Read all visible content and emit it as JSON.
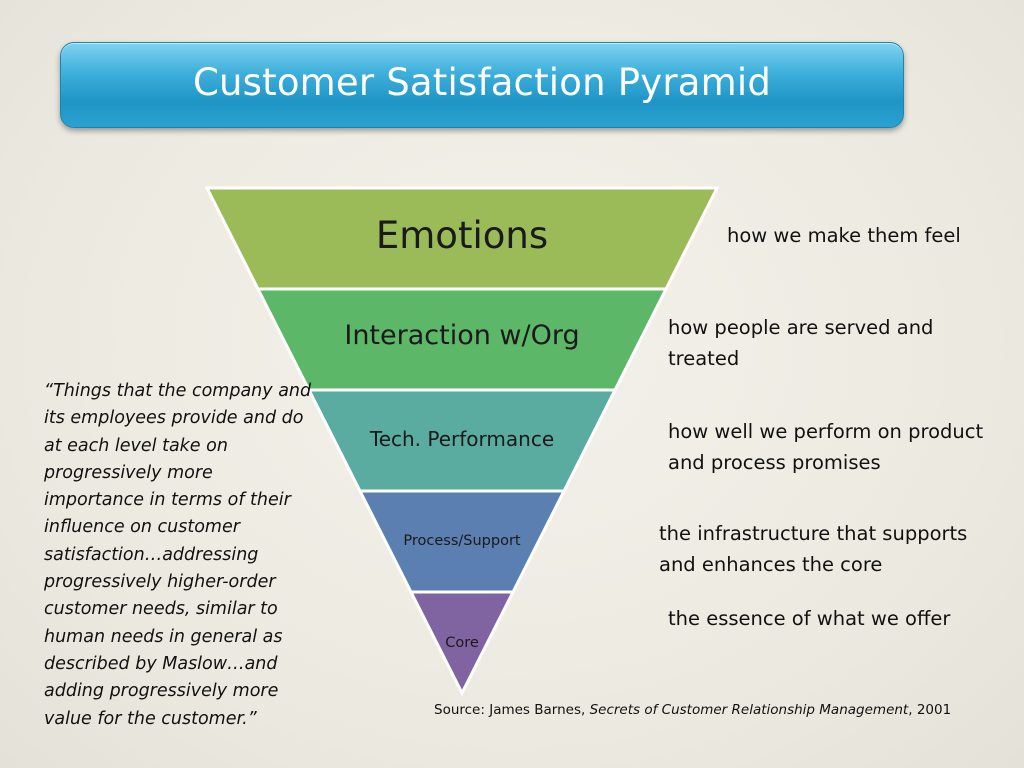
{
  "title": "Customer Satisfaction Pyramid",
  "levels": [
    {
      "label": "Emotions",
      "description": "how we make them feel",
      "color": "#9bbb59"
    },
    {
      "label": "Interaction w/Org",
      "description": "how people are served and treated",
      "color": "#5cb868"
    },
    {
      "label": "Tech. Performance",
      "description": "how well we perform on product and process promises",
      "color": "#5aaba0"
    },
    {
      "label": "Process/Support",
      "description": "the infrastructure that supports and enhances the core",
      "color": "#5b7fb0"
    },
    {
      "label": "Core",
      "description": "the essence of what we offer",
      "color": "#8064a2"
    }
  ],
  "quote": "“Things that the company and its employees provide and do at each level take on progressively more importance in terms of their influence on customer satisfaction…addressing progressively higher-order customer needs, similar to human needs in general as described by Maslow…and adding progressively more value for the customer.”",
  "source": {
    "prefix": "Source: James Barnes, ",
    "work": "Secrets of Customer Relationship Management",
    "suffix": ",  2001"
  }
}
